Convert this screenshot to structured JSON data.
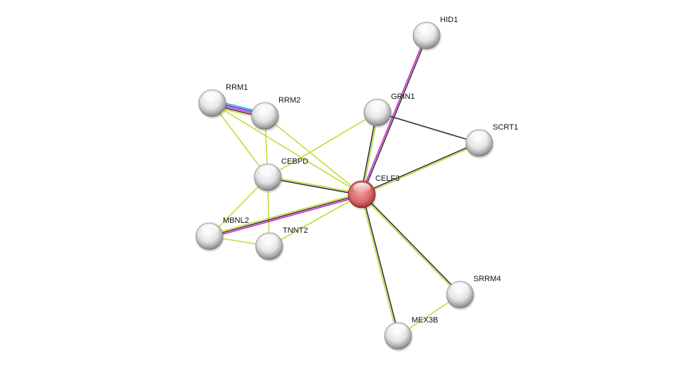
{
  "network": {
    "query_protein": "CELF3",
    "nodes": [
      {
        "id": "HID1",
        "label": "HID1"
      },
      {
        "id": "RRM1",
        "label": "RRM1"
      },
      {
        "id": "RRM2",
        "label": "RRM2"
      },
      {
        "id": "GRIN1",
        "label": "GRIN1"
      },
      {
        "id": "SCRT1",
        "label": "SCRT1"
      },
      {
        "id": "CEBPD",
        "label": "CEBPD"
      },
      {
        "id": "CELF3",
        "label": "CELF3"
      },
      {
        "id": "MBNL2",
        "label": "MBNL2"
      },
      {
        "id": "TNNT2",
        "label": "TNNT2"
      },
      {
        "id": "SRRM4",
        "label": "SRRM4"
      },
      {
        "id": "MEX3B",
        "label": "MEX3B"
      }
    ],
    "evidence_colors": {
      "coexpression": "#333333",
      "textmining": "#c2dc3a",
      "experiments": "#d61ed6",
      "databases": "#22b0d8",
      "cooccurrence": "#2233dd"
    },
    "edges": [
      {
        "a": "CELF3",
        "b": "HID1",
        "evidence": [
          "experiments",
          "coexpression"
        ]
      },
      {
        "a": "CELF3",
        "b": "GRIN1",
        "evidence": [
          "coexpression",
          "textmining"
        ]
      },
      {
        "a": "GRIN1",
        "b": "SCRT1",
        "evidence": [
          "coexpression"
        ]
      },
      {
        "a": "CELF3",
        "b": "SCRT1",
        "evidence": [
          "coexpression",
          "textmining"
        ]
      },
      {
        "a": "GRIN1",
        "b": "CEBPD",
        "evidence": [
          "textmining"
        ]
      },
      {
        "a": "CELF3",
        "b": "CEBPD",
        "evidence": [
          "coexpression",
          "textmining"
        ]
      },
      {
        "a": "CELF3",
        "b": "RRM1",
        "evidence": [
          "textmining"
        ]
      },
      {
        "a": "CELF3",
        "b": "RRM2",
        "evidence": [
          "textmining"
        ]
      },
      {
        "a": "RRM1",
        "b": "RRM2",
        "evidence": [
          "databases",
          "cooccurrence",
          "experiments",
          "coexpression",
          "textmining"
        ]
      },
      {
        "a": "RRM1",
        "b": "CEBPD",
        "evidence": [
          "textmining"
        ]
      },
      {
        "a": "RRM2",
        "b": "CEBPD",
        "evidence": [
          "textmining"
        ]
      },
      {
        "a": "CEBPD",
        "b": "MBNL2",
        "evidence": [
          "textmining"
        ]
      },
      {
        "a": "CEBPD",
        "b": "TNNT2",
        "evidence": [
          "textmining"
        ]
      },
      {
        "a": "MBNL2",
        "b": "TNNT2",
        "evidence": [
          "textmining"
        ]
      },
      {
        "a": "CELF3",
        "b": "MBNL2",
        "evidence": [
          "experiments",
          "coexpression",
          "textmining"
        ]
      },
      {
        "a": "CELF3",
        "b": "TNNT2",
        "evidence": [
          "textmining"
        ]
      },
      {
        "a": "CELF3",
        "b": "SRRM4",
        "evidence": [
          "coexpression",
          "textmining"
        ]
      },
      {
        "a": "CELF3",
        "b": "MEX3B",
        "evidence": [
          "coexpression",
          "textmining"
        ]
      },
      {
        "a": "SRRM4",
        "b": "MEX3B",
        "evidence": [
          "textmining"
        ]
      }
    ]
  }
}
